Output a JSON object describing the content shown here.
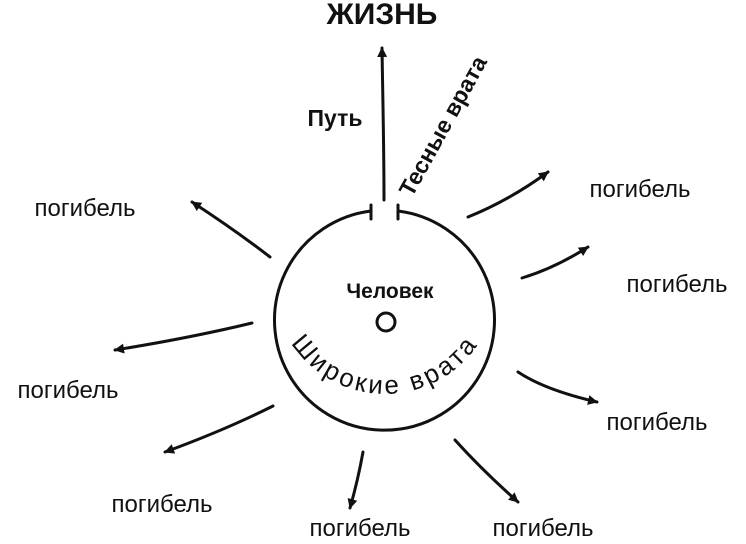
{
  "labels": {
    "life": "ЖИЗНЬ",
    "path": "Путь",
    "narrow_gate": "Тесные врата",
    "person": "Человек",
    "wide_gate": "Широкие врата",
    "perdition": "погибель"
  },
  "colors": {
    "ink": "#111111",
    "background": "#ffffff"
  }
}
